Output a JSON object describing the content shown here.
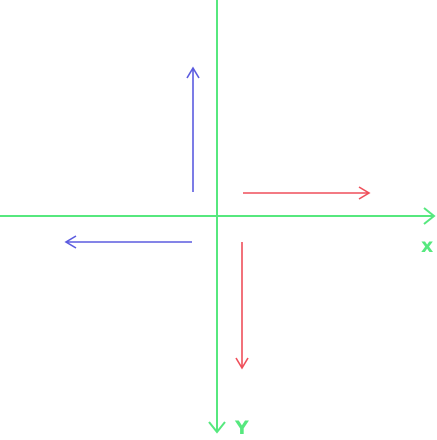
{
  "diagram": {
    "axes": {
      "x_label": "x",
      "y_label": "Y",
      "color": "#56e87e"
    },
    "arrows": [
      {
        "name": "up-arrow",
        "direction": "up",
        "color": "#5b5bdf"
      },
      {
        "name": "left-arrow",
        "direction": "left",
        "color": "#5b5bdf"
      },
      {
        "name": "right-arrow",
        "direction": "right",
        "color": "#ef4f5a"
      },
      {
        "name": "down-arrow",
        "direction": "down",
        "color": "#ef4f5a"
      }
    ]
  }
}
